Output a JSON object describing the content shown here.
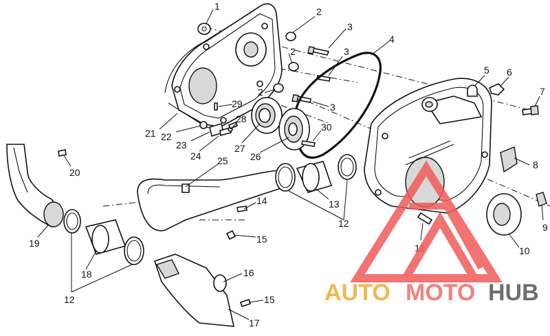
{
  "callouts": {
    "c1": "1",
    "c2a": "2",
    "c2b": "2",
    "c2c": "2",
    "c3a": "3",
    "c3b": "3",
    "c3c": "3",
    "c4": "4",
    "c5": "5",
    "c6": "6",
    "c7": "7",
    "c8": "8",
    "c9": "9",
    "c10": "10",
    "c11": "11",
    "c12a": "12",
    "c12b": "12",
    "c13": "13",
    "c14": "14",
    "c15a": "15",
    "c15b": "15",
    "c16": "16",
    "c17": "17",
    "c18": "18",
    "c19": "19",
    "c20": "20",
    "c21": "21",
    "c22": "22",
    "c23": "23",
    "c24": "24",
    "c25": "25",
    "c26": "26",
    "c27": "27",
    "c28": "28",
    "c29": "29",
    "c30": "30"
  },
  "watermark": {
    "part1": "AUTO",
    "part2": "MOTO",
    "part3": "HUB",
    "color_primary": "#f0b850",
    "color_secondary": "#f28080",
    "color_tertiary": "#6e6e6e",
    "logo_color": "#f25a5a"
  }
}
